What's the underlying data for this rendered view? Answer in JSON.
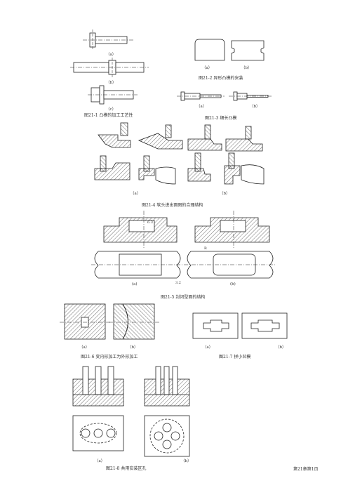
{
  "fig1": {
    "caption": "图21-1  凸模的加工工艺性",
    "a": "（a）",
    "b": "（b）",
    "c": "（c）"
  },
  "fig2": {
    "caption": "图21-2  异形凸模的安装",
    "a": "（a）",
    "b": "（b）"
  },
  "fig3": {
    "caption": "图21-3  细长凸模",
    "a": "（a）",
    "b": "（b）"
  },
  "fig4": {
    "caption": "图21-4  软头进出面图的合理结构",
    "a": "（a）",
    "b": "（b）"
  },
  "fig5": {
    "caption": "图21-5  封闭型面的结构",
    "a": "(a)",
    "b": "(b)",
    "roughness_a": "6.3",
    "roughness_b": "3.2",
    "radius": "R"
  },
  "fig6": {
    "caption": "图21-6  变内形加工为外形加工",
    "a": "（a）",
    "b": "（b）"
  },
  "fig7": {
    "caption": "图21-7  拼小凹模",
    "a": "（a）",
    "b": "（b）"
  },
  "fig8": {
    "caption": "图21-8  共用安装区孔",
    "a": "（a）",
    "b": "（b）"
  },
  "footer": {
    "page": "第21章第1页"
  }
}
